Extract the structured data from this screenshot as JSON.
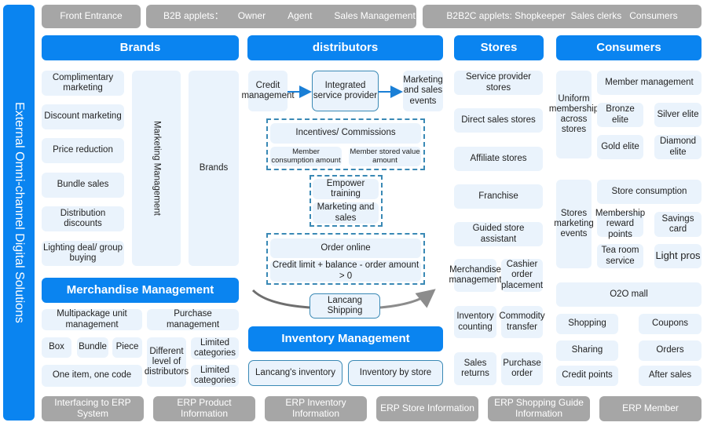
{
  "sidebar": {
    "title": "External Omni-channel Digital Solutions"
  },
  "top_bar": {
    "front_entrance": "Front Entrance",
    "b2b": {
      "label": "B2B applets：",
      "roles": [
        "Owner",
        "Agent",
        "Sales Management"
      ]
    },
    "b2b2c": {
      "label": "B2B2C applets: Shopkeeper  Sales clerks   Consumers"
    }
  },
  "brands": {
    "header": "Brands",
    "items": [
      "Complimentary marketing",
      "Discount marketing",
      "Price reduction",
      "Bundle sales",
      "Distribution discounts",
      "Lighting deal/ group buying"
    ],
    "marketing_management": "Marketing Management",
    "brands_column": "Brands"
  },
  "merchandise": {
    "header": "Merchandise Management",
    "multipackage": "Multipackage unit management",
    "purchase": "Purchase management",
    "units": [
      "Box",
      "Bundle",
      "Piece"
    ],
    "one_item": "One item, one code",
    "different_level": "Different level of distributors",
    "limited_1": "Limited categories",
    "limited_2": "Limited categories"
  },
  "distributors": {
    "header": "distributors",
    "credit": "Credit management",
    "integrated": "Integrated service provider",
    "marketing_events": "Marketing and sales events",
    "incentives": "Incentives/ Commissions",
    "member_consumption": "Member consumption amount",
    "member_stored": "Member stored value amount",
    "empower": "Empower training",
    "marketing_sales": "Marketing and sales",
    "order_online": "Order online",
    "credit_formula": "Credit limit + balance - order amount > 0",
    "shipping": "Lancang Shipping"
  },
  "inventory": {
    "header": "Inventory Management",
    "lancang": "Lancang's inventory",
    "by_store": "Inventory by store"
  },
  "stores": {
    "header": "Stores",
    "items": [
      "Service provider stores",
      "Direct sales stores",
      "Affiliate stores",
      "Franchise",
      "Guided store assistant"
    ],
    "merch_mgmt": "Merchandise management",
    "cashier": "Cashier order placement",
    "inv_counting": "Inventory counting",
    "commodity": "Commodity transfer",
    "returns": "Sales returns",
    "purchase_order": "Purchase order"
  },
  "consumers": {
    "header": "Consumers",
    "uniform": "Uniform membership across stores",
    "member_mgmt": "Member management",
    "tiers": [
      "Bronze elite",
      "Silver elite",
      "Gold elite",
      "Diamond elite"
    ],
    "stores_marketing": "Stores marketing events",
    "store_consumption": "Store consumption",
    "reward_points": "Membership reward points",
    "savings": "Savings card",
    "tea_room": "Tea room service",
    "light_pros": "Light pros",
    "o2o": "O2O mall",
    "o2o_items": [
      "Shopping",
      "Coupons",
      "Sharing",
      "Orders",
      "Credit points",
      "After sales"
    ]
  },
  "erp_bar": [
    "Interfacing to ERP System",
    "ERP Product Information",
    "ERP Inventory Information",
    "ERP Store Information",
    "ERP Shopping Guide Information",
    "ERP Member"
  ]
}
